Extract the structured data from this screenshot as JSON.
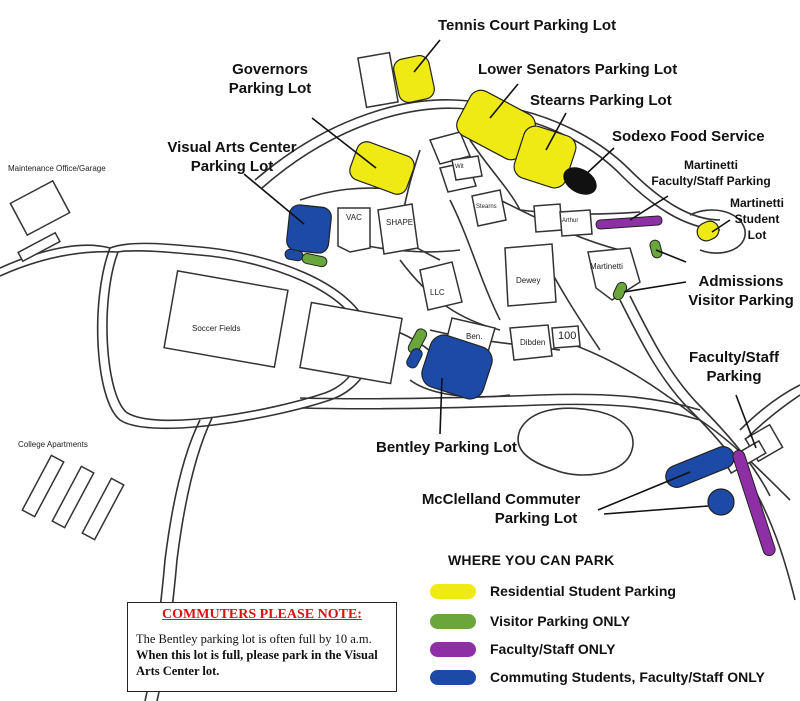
{
  "labels": {
    "tennis": "Tennis Court Parking Lot",
    "governors_1": "Governors",
    "governors_2": "Parking Lot",
    "lower_senators": "Lower Senators Parking Lot",
    "stearns": "Stearns Parking Lot",
    "sodexo": "Sodexo Food Service",
    "visual_arts_1": "Visual Arts Center",
    "visual_arts_2": "Parking Lot",
    "martinetti_fs_1": "Martinetti",
    "martinetti_fs_2": "Faculty/Staff Parking",
    "martinetti_st_1": "Martinetti",
    "martinetti_st_2": "Student",
    "martinetti_st_3": "Lot",
    "admissions_1": "Admissions",
    "admissions_2": "Visitor Parking",
    "faculty_staff_1": "Faculty/Staff",
    "faculty_staff_2": "Parking",
    "bentley": "Bentley Parking Lot",
    "mcclelland_1": "McClelland Commuter",
    "mcclelland_2": "Parking Lot"
  },
  "buildings": {
    "maintenance": "Maintenance Office/Garage",
    "college_apartments": "College Apartments",
    "soccer_fields": "Soccer Fields",
    "vac": "VAC",
    "shape": "SHAPE",
    "llc": "LLC",
    "dewey": "Dewey",
    "ben": "Ben.",
    "dibden": "Dibden",
    "d100": "100",
    "martinetti": "Martinetti",
    "arthur": "Arthur",
    "stearns": "Stearns",
    "wit": "Wit"
  },
  "legend": {
    "title": "WHERE YOU CAN PARK",
    "items": [
      {
        "label": "Residential Student Parking",
        "color": "#f0ea14"
      },
      {
        "label": "Visitor Parking ONLY",
        "color": "#6aa63c"
      },
      {
        "label": "Faculty/Staff ONLY",
        "color": "#8e2fa5"
      },
      {
        "label": "Commuting Students, Faculty/Staff ONLY",
        "color": "#1d4aa6"
      }
    ]
  },
  "note": {
    "title": "COMMUTERS PLEASE NOTE:",
    "text_1": "The Bentley parking lot is often full by 10 a.m. ",
    "text_2": "When this lot is full, please park in the Visual Arts Center lot."
  },
  "colors": {
    "residential": "#f0ea14",
    "visitor": "#6aa63c",
    "faculty": "#8e2fa5",
    "commuter": "#1d4aa6",
    "road": "#333333",
    "note_title": "#dd1111"
  }
}
